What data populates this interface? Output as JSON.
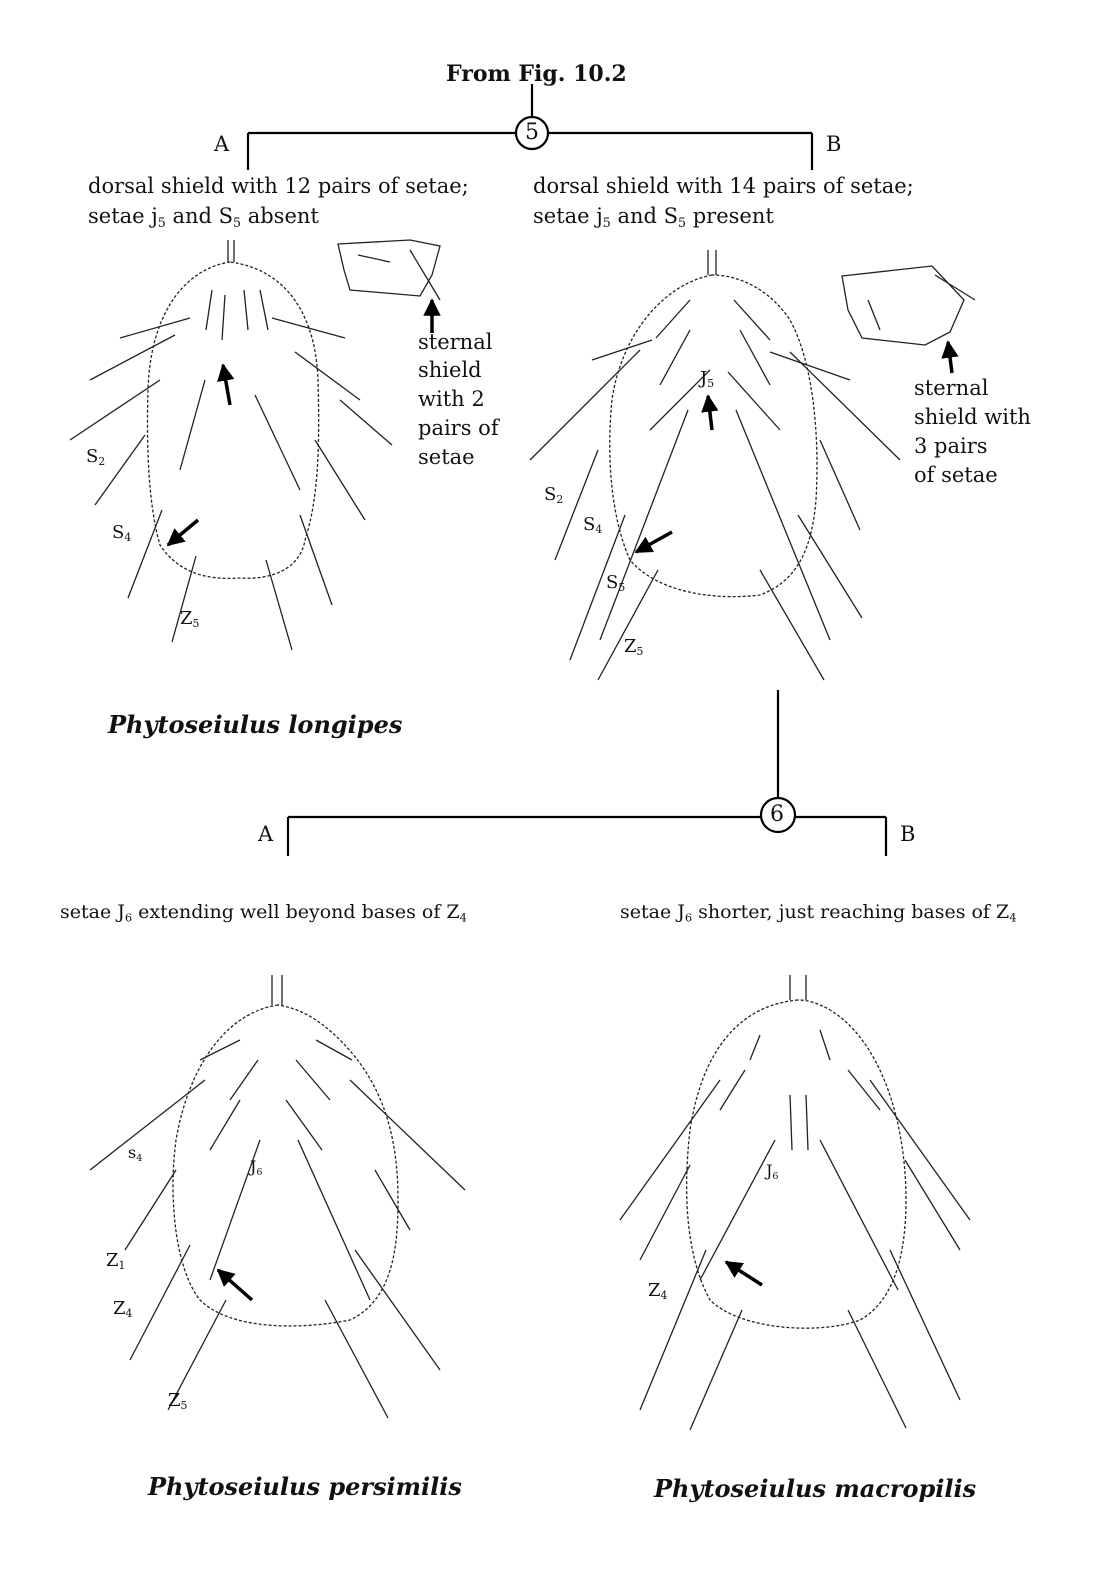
{
  "header": {
    "title": "From Fig. 10.2"
  },
  "couplet5": {
    "number": "5",
    "a_letter": "A",
    "b_letter": "B",
    "a_text_line1": "dorsal shield with 12 pairs of setae;",
    "a_text_line2_pre": "setae j",
    "a_text_line2_sub1": "5",
    "a_text_line2_mid": " and S",
    "a_text_line2_sub2": "5",
    "a_text_line2_post": " absent",
    "b_text_line1": "dorsal shield with 14 pairs of setae;",
    "b_text_line2_pre": "setae j",
    "b_text_line2_sub1": "5",
    "b_text_line2_mid": " and S",
    "b_text_line2_sub2": "5",
    "b_text_line2_post": " present",
    "a_sternal": [
      "sternal",
      "shield",
      "with 2",
      "pairs of",
      "setae"
    ],
    "b_sternal": [
      "sternal",
      "shield with",
      "3 pairs",
      "of setae"
    ],
    "a_labels": [
      {
        "base": "S",
        "sub": "2"
      },
      {
        "base": "S",
        "sub": "4"
      },
      {
        "base": "Z",
        "sub": "5"
      }
    ],
    "b_labels": [
      {
        "base": "J",
        "sub": "5"
      },
      {
        "base": "S",
        "sub": "2"
      },
      {
        "base": "S",
        "sub": "4"
      },
      {
        "base": "S",
        "sub": "5"
      },
      {
        "base": "Z",
        "sub": "5"
      }
    ]
  },
  "species_longipes": "Phytoseiulus longipes",
  "couplet6": {
    "number": "6",
    "a_letter": "A",
    "b_letter": "B",
    "a_text_pre": "setae J",
    "a_text_sub1": "6",
    "a_text_mid": "  extending well beyond bases of Z",
    "a_text_sub2": "4",
    "b_text_pre": "setae J",
    "b_text_sub1": "6",
    "b_text_mid": " shorter, just reaching bases of Z",
    "b_text_sub2": "4",
    "a_labels": [
      {
        "base": "s",
        "sub": "4"
      },
      {
        "base": "J",
        "sub": "6"
      },
      {
        "base": "Z",
        "sub": "1"
      },
      {
        "base": "Z",
        "sub": "4"
      },
      {
        "base": "Z",
        "sub": "5"
      }
    ],
    "b_labels": [
      {
        "base": "J",
        "sub": "6"
      },
      {
        "base": "Z",
        "sub": "4"
      }
    ]
  },
  "species_persimilis": "Phytoseiulus persimilis",
  "species_macropilis": "Phytoseiulus macropilis"
}
